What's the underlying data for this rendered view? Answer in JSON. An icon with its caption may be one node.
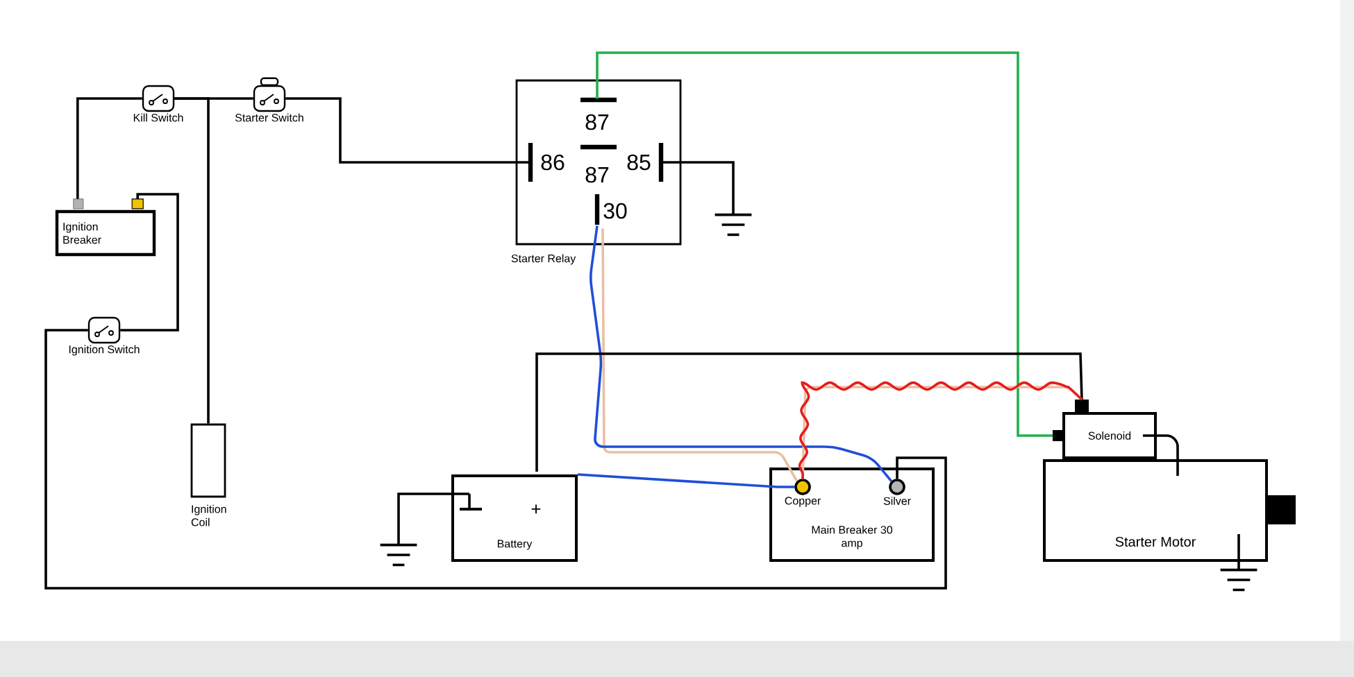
{
  "diagram": {
    "nodes": [
      {
        "text": [
          "Kill Switch"
        ]
      },
      {
        "text": [
          "Starter Switch"
        ]
      },
      {
        "text": [
          "Starter Relay"
        ]
      },
      {
        "text": [
          "Ignition Breaker"
        ]
      },
      {
        "text": [],
        "shape": "ground"
      },
      {
        "text": [
          "Ignition Switch"
        ]
      },
      {
        "text": [
          "Solenoid"
        ]
      },
      {
        "text": [
          "Ignition Coil"
        ]
      },
      {
        "text": [
          "Battery"
        ]
      },
      {
        "text": [
          "Main Breaker 30 amp"
        ]
      },
      {
        "text": [
          "Copper"
        ],
        "in": 9
      },
      {
        "text": [
          "Silver"
        ],
        "in": 9
      },
      {
        "text": [
          "Starter Motor"
        ]
      },
      {
        "text": [],
        "shape": "ground"
      },
      {
        "text": [],
        "shape": "ground"
      }
    ],
    "edges": [
      {
        "from": 0,
        "to": 3,
        "arrow": "none"
      },
      {
        "from": 0,
        "to": 1,
        "arrow": "none"
      },
      {
        "from": 0,
        "to": 7,
        "arrow": "none"
      },
      {
        "from": 1,
        "to": 2,
        "arrow": "none"
      },
      {
        "from": 3,
        "to": 5,
        "arrow": "none"
      },
      {
        "from": 5,
        "to": 11,
        "arrow": "none"
      },
      {
        "from": 2,
        "to": 6,
        "arrow": "none",
        "color": "#22b04a"
      },
      {
        "from": 2,
        "to": 10,
        "arrow": "none",
        "color": "#e9bfa3"
      },
      {
        "from": 2,
        "to": 11,
        "arrow": "none",
        "color": "#1f4fd8"
      },
      {
        "from": 8,
        "to": 6,
        "arrow": "none"
      },
      {
        "from": 8,
        "to": 10,
        "arrow": "none",
        "color": "#1f4fd8"
      },
      {
        "from": 10,
        "to": 6,
        "arrow": "none",
        "color": "#e9bfa3"
      },
      {
        "from": 10,
        "to": 6,
        "arrow": "none",
        "color": "#e51d1d"
      },
      {
        "from": 8,
        "to": 13,
        "arrow": "none"
      },
      {
        "from": 2,
        "to": 4,
        "arrow": "none"
      },
      {
        "from": 6,
        "to": 12,
        "arrow": "none"
      },
      {
        "from": 12,
        "to": 14,
        "arrow": "none"
      }
    ],
    "labels": [
      "87",
      "86",
      "87",
      "85",
      "30",
      "+"
    ]
  }
}
